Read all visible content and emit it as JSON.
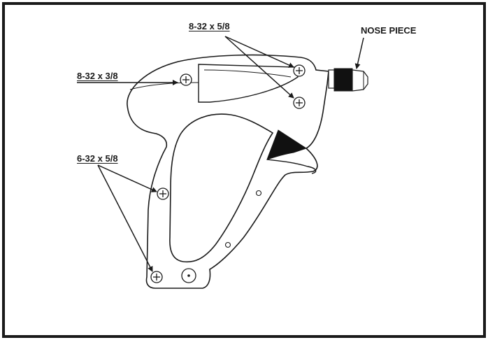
{
  "diagram": {
    "callouts": {
      "screw_top": "8-32 x 5/8",
      "screw_side": "8-32 x 3/8",
      "screw_handle": "6-32 x 5/8",
      "nose_piece": "NOSE PIECE"
    },
    "colors": {
      "frame": "#1a1a1a",
      "line": "#1a1a1a",
      "background": "#ffffff",
      "fill_dark": "#111111"
    },
    "icons": {
      "screw": "screw-head-icon",
      "pivot": "pivot-pin-icon"
    }
  }
}
